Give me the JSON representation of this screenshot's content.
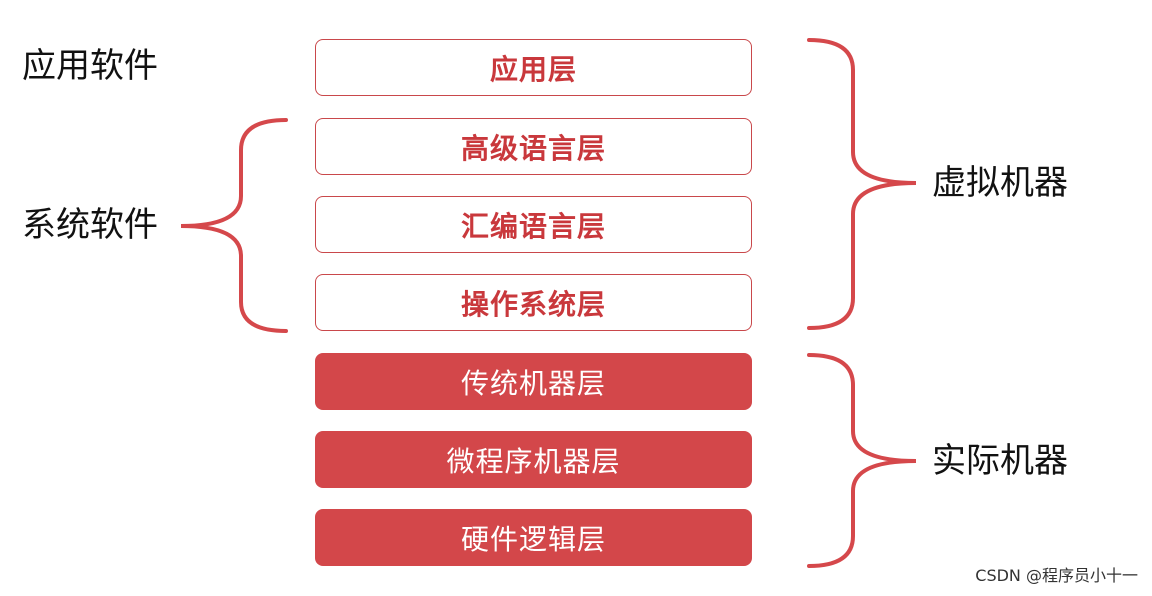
{
  "left_labels": {
    "app_software": "应用软件",
    "system_software": "系统软件"
  },
  "layers": [
    {
      "label": "应用层",
      "style": "outline"
    },
    {
      "label": "高级语言层",
      "style": "outline"
    },
    {
      "label": "汇编语言层",
      "style": "outline"
    },
    {
      "label": "操作系统层",
      "style": "outline"
    },
    {
      "label": "传统机器层",
      "style": "filled"
    },
    {
      "label": "微程序机器层",
      "style": "filled"
    },
    {
      "label": "硬件逻辑层",
      "style": "filled"
    }
  ],
  "right_labels": {
    "virtual_machine": "虚拟机器",
    "real_machine": "实际机器"
  },
  "watermark": "CSDN @程序员小十一",
  "colors": {
    "accent": "#d3474a",
    "outline_text": "#c9383c",
    "brace": "#d5484b"
  }
}
